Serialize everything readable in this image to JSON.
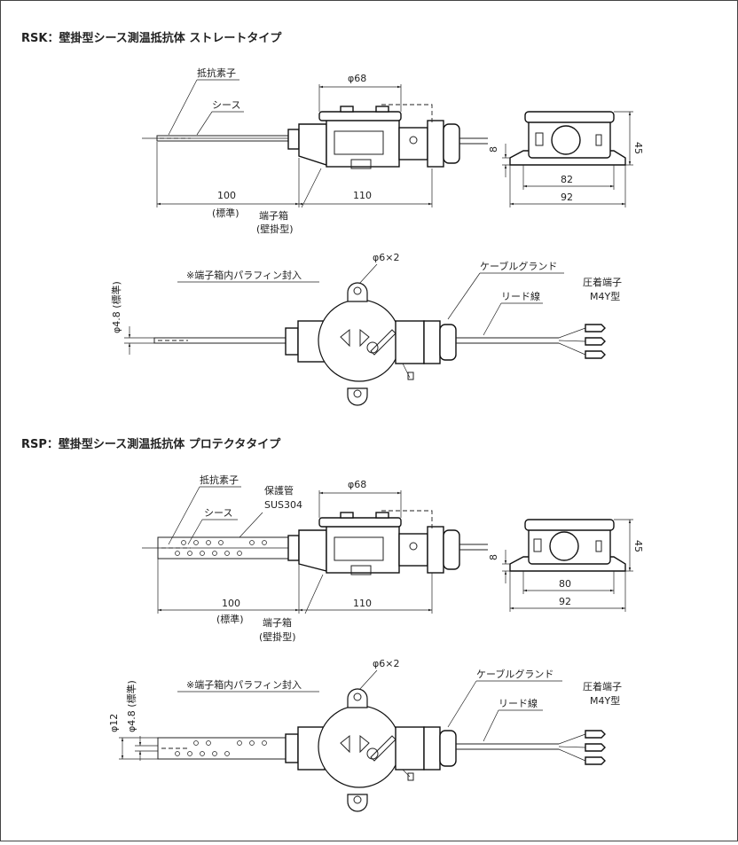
{
  "sections": [
    {
      "title": "RSK：壁掛型シース測温抵抗体 ストレートタイプ",
      "side_view": {
        "element_label": "抵抗素子",
        "sheath_label": "シース",
        "box_diameter": "φ68",
        "length_sheath": "100",
        "length_sheath_note": "(標準)",
        "length_box": "110",
        "box_label": "端子箱",
        "box_label_note": "(壁掛型)"
      },
      "end_view": {
        "height": "45",
        "base": "8",
        "width_inner": "82",
        "width_outer": "92"
      },
      "top_view": {
        "note": "※端子箱内パラフィン封入",
        "mount_holes": "φ6×2",
        "sheath_diameter": "φ4.8 (標準)",
        "gland_label": "ケーブルグランド",
        "lead_label": "リード線",
        "terminal_label": "圧着端子",
        "terminal_type": "M4Y型"
      }
    },
    {
      "title": "RSP：壁掛型シース測温抵抗体 プロテクタタイプ",
      "side_view": {
        "element_label": "抵抗素子",
        "sheath_label": "シース",
        "tube_label": "保護管",
        "tube_material": "SUS304",
        "box_diameter": "φ68",
        "length_sheath": "100",
        "length_sheath_note": "(標準)",
        "length_box": "110",
        "box_label": "端子箱",
        "box_label_note": "(壁掛型)"
      },
      "end_view": {
        "height": "45",
        "base": "8",
        "width_inner": "80",
        "width_outer": "92"
      },
      "top_view": {
        "note": "※端子箱内パラフィン封入",
        "mount_holes": "φ6×2",
        "tube_diameter": "φ12",
        "sheath_diameter": "φ4.8 (標準)",
        "gland_label": "ケーブルグランド",
        "lead_label": "リード線",
        "terminal_label": "圧着端子",
        "terminal_type": "M4Y型"
      }
    }
  ]
}
